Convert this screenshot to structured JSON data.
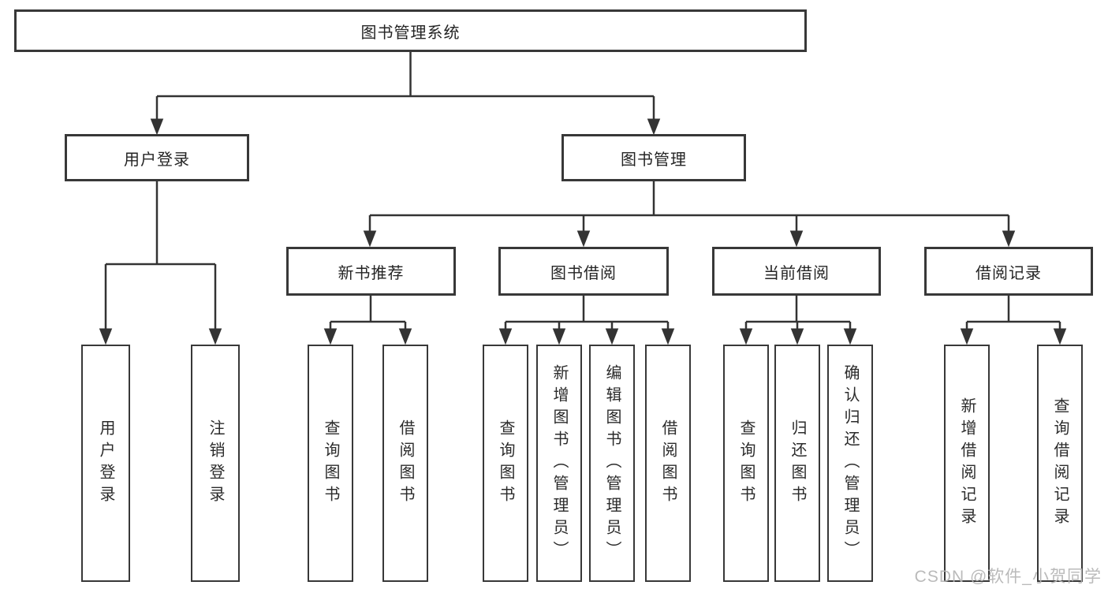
{
  "diagram": {
    "root": {
      "label": "图书管理系统"
    },
    "branches": [
      {
        "label": "用户登录",
        "children": [
          {
            "label": "用户登录"
          },
          {
            "label": "注销登录"
          }
        ]
      },
      {
        "label": "图书管理",
        "children": [
          {
            "label": "新书推荐",
            "children": [
              {
                "label": "查询图书"
              },
              {
                "label": "借阅图书"
              }
            ]
          },
          {
            "label": "图书借阅",
            "children": [
              {
                "label": "查询图书"
              },
              {
                "label": "新增图书（管理员）"
              },
              {
                "label": "编辑图书（管理员）"
              },
              {
                "label": "借阅图书"
              }
            ]
          },
          {
            "label": "当前借阅",
            "children": [
              {
                "label": "查询图书"
              },
              {
                "label": "归还图书"
              },
              {
                "label": "确认归还（管理员）"
              }
            ]
          },
          {
            "label": "借阅记录",
            "children": [
              {
                "label": "新增借阅记录"
              },
              {
                "label": "查询借阅记录"
              }
            ]
          }
        ]
      }
    ]
  },
  "watermark": {
    "text": "CSDN @软件_小贺同学"
  },
  "colors": {
    "line": "#333333",
    "box_border": "#383838",
    "text": "#242424",
    "watermark": "#b5b5b5",
    "background": "#ffffff"
  }
}
